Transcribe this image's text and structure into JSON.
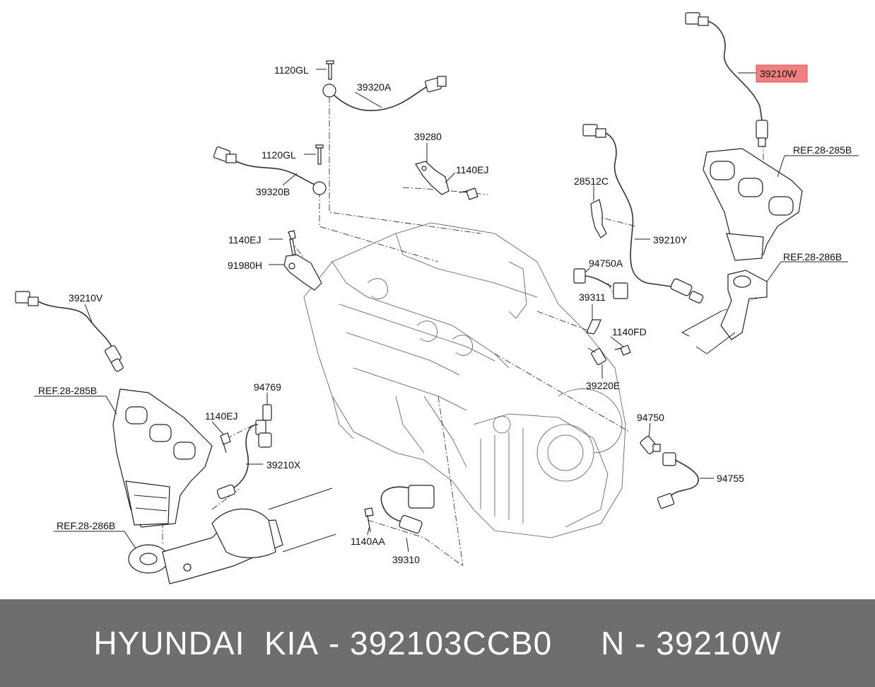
{
  "callouts": {
    "c39210W": "39210W",
    "c1120GL_a": "1120GL",
    "c39320A": "39320A",
    "c39280": "39280",
    "c1140EJ_a": "1140EJ",
    "c1120GL_b": "1120GL",
    "c39320B": "39320B",
    "c28512C": "28512C",
    "cREF285_r": "REF.28-285B",
    "cREF286_r": "REF.28-286B",
    "c39210Y": "39210Y",
    "c1140EJ_b": "1140EJ",
    "c91980H": "91980H",
    "c94750A": "94750A",
    "c39311": "39311",
    "c1140FD": "1140FD",
    "c39210V": "39210V",
    "c39220E": "39220E",
    "cREF285_l": "REF.28-285B",
    "c94769": "94769",
    "c1140EJ_c": "1140EJ",
    "c39210X": "39210X",
    "c94750": "94750",
    "c94755": "94755",
    "cREF286_l": "REF.28-286B",
    "c1140AA": "1140AA",
    "c39310": "39310"
  },
  "highlight_color": "#f08080",
  "footer": {
    "brand": "HYUNDAI  KIA",
    "sep1": " - ",
    "part_number": "392103CCB0",
    "gap": "     ",
    "n_label": "N",
    "sep2": " - ",
    "n_number": "39210W"
  }
}
